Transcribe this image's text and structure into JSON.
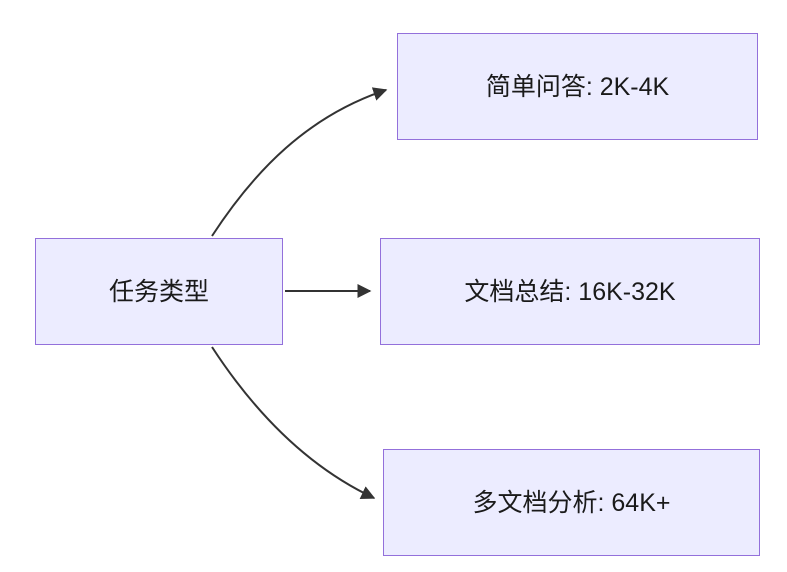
{
  "diagram": {
    "title": "task-type-context-length-diagram",
    "root": {
      "label": "任务类型"
    },
    "nodes": [
      {
        "id": "simple-qa",
        "label": "简单问答: 2K-4K"
      },
      {
        "id": "doc-summary",
        "label": "文档总结: 16K-32K"
      },
      {
        "id": "multi-doc-analysis",
        "label": "多文档分析: 64K+"
      }
    ],
    "edges": [
      {
        "from": "任务类型",
        "to": "简单问答: 2K-4K"
      },
      {
        "from": "任务类型",
        "to": "文档总结: 16K-32K"
      },
      {
        "from": "任务类型",
        "to": "多文档分析: 64K+"
      }
    ],
    "colors": {
      "node_fill": "#ECECFF",
      "node_border": "#9370DB",
      "arrow": "#333333",
      "text": "#1a1a1a",
      "background": "#ffffff"
    }
  }
}
